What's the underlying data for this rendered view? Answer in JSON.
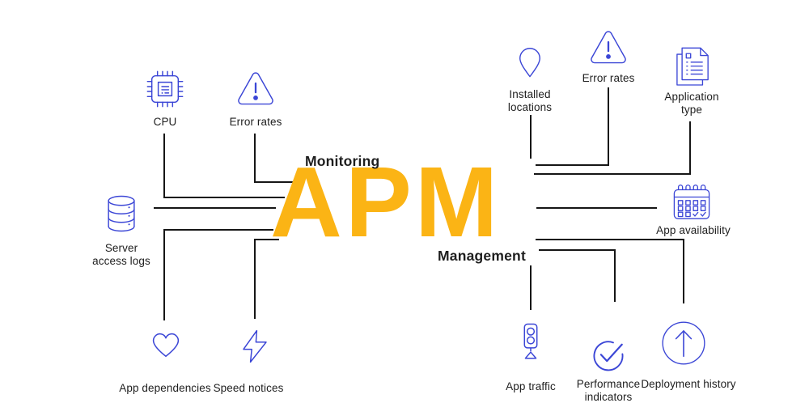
{
  "colors": {
    "accent_yellow": "#FBB415",
    "icon_blue": "#3B46D6",
    "line_black": "#161616",
    "text_dark": "#1E1E1E",
    "background": "#FFFFFF"
  },
  "center": {
    "title": "APM",
    "left_group_label": "Monitoring",
    "right_group_label": "Management"
  },
  "monitoring": {
    "items": [
      {
        "label": "CPU",
        "icon": "cpu-chip-icon"
      },
      {
        "label": "Error rates",
        "icon": "warning-triangle-icon"
      },
      {
        "label": "Server access logs",
        "icon": "database-icon"
      },
      {
        "label": "App dependencies",
        "icon": "heart-icon"
      },
      {
        "label": "Speed notices",
        "icon": "lightning-bolt-icon"
      }
    ]
  },
  "management": {
    "items": [
      {
        "label": "Installed locations",
        "icon": "map-pin-icon"
      },
      {
        "label": "Error rates",
        "icon": "warning-triangle-icon"
      },
      {
        "label": "Application type",
        "icon": "documents-icon"
      },
      {
        "label": "App availability",
        "icon": "calendar-check-icon"
      },
      {
        "label": "App traffic",
        "icon": "traffic-light-icon"
      },
      {
        "label": "Performance indicators",
        "icon": "circle-check-icon"
      },
      {
        "label": "Deployment history",
        "icon": "arrow-up-circle-icon"
      }
    ]
  }
}
